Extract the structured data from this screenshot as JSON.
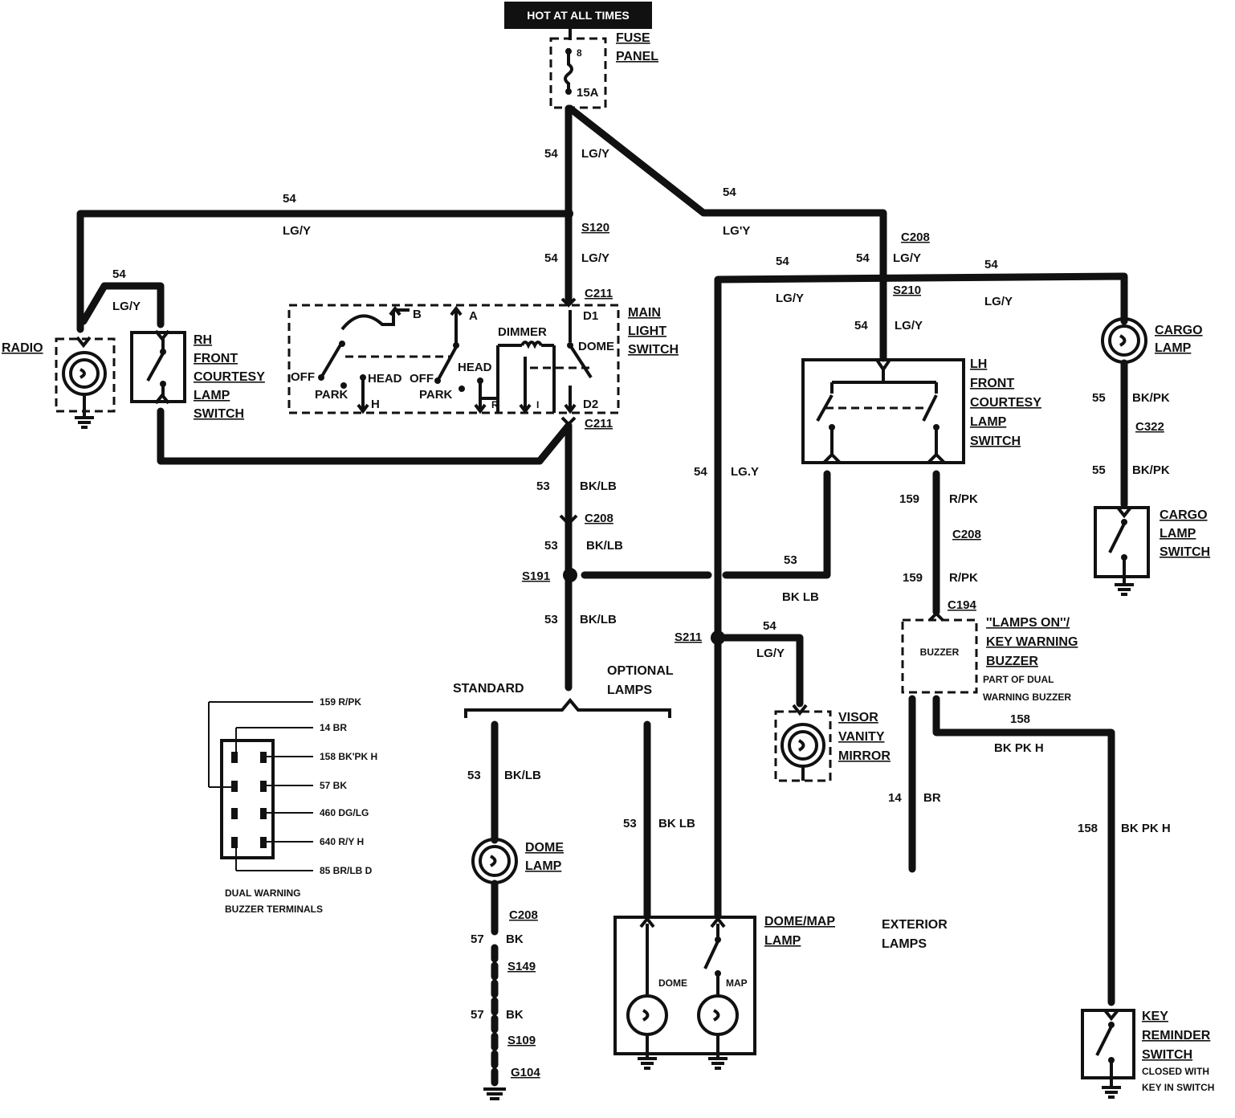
{
  "labels": {
    "hot_at_all_times": "HOT AT ALL TIMES",
    "fuse_panel_1": "FUSE",
    "fuse_panel_2": "PANEL",
    "fuse_pin": "8",
    "fuse_rating": "15A",
    "radio": "RADIO",
    "rh_switch": [
      "RH",
      "FRONT",
      "COURTESY",
      "LAMP",
      "SWITCH"
    ],
    "main_switch": [
      "MAIN",
      "LIGHT",
      "SWITCH"
    ],
    "lh_switch": [
      "LH",
      "FRONT",
      "COURTESY",
      "LAMP",
      "SWITCH"
    ],
    "cargo_lamp": [
      "CARGO",
      "LAMP"
    ],
    "cargo_lamp_switch": [
      "CARGO",
      "LAMP",
      "SWITCH"
    ],
    "buzzer": "BUZZER",
    "buzzer_desc": [
      "''LAMPS ON''/",
      "KEY WARNING",
      "BUZZER"
    ],
    "buzzer_note": [
      "PART OF DUAL",
      "WARNING BUZZER"
    ],
    "visor": [
      "VISOR",
      "VANITY",
      "MIRROR"
    ],
    "dome_lamp": [
      "DOME",
      "LAMP"
    ],
    "dome_map_lamp": [
      "DOME/MAP",
      "LAMP"
    ],
    "dome": "DOME",
    "map": "MAP",
    "standard": "STANDARD",
    "optional_lamps": [
      "OPTIONAL",
      "LAMPS"
    ],
    "exterior_lamps": [
      "EXTERIOR",
      "LAMPS"
    ],
    "key_reminder": [
      "KEY",
      "REMINDER",
      "SWITCH"
    ],
    "key_note": [
      "CLOSED WITH",
      "KEY IN SWITCH"
    ],
    "dual_warning": [
      "DUAL WARNING",
      "BUZZER TERMINALS"
    ],
    "switch_terms": {
      "off": "OFF",
      "park": "PARK",
      "head": "HEAD",
      "h": "H",
      "b": "B",
      "a": "A",
      "dimmer": "DIMMER",
      "dome": "DOME",
      "r": "R",
      "i": "I",
      "d1": "D1",
      "d2": "D2"
    }
  },
  "connectors": {
    "s120": "S120",
    "c211": "C211",
    "c208": "C208",
    "s210": "S210",
    "s191": "S191",
    "s211": "S211",
    "c322": "C322",
    "c194": "C194",
    "s149": "S149",
    "s109": "S109",
    "g104": "G104"
  },
  "wires": {
    "c54": "54",
    "lgy": "LG/Y",
    "lgy2": "LG'Y",
    "lgy3": "LG.Y",
    "c53": "53",
    "bklb": "BK/LB",
    "bklb2": "BK LB",
    "c159": "159",
    "c159b": "15̲9",
    "rpk": "R/PK",
    "c55": "55",
    "bkpk": "BK/PK",
    "c158": "158",
    "bkpkh": "BK PK H",
    "c14": "14",
    "br": "BR",
    "c57": "57",
    "bk": "BK"
  },
  "terminals": [
    "159 R/PK",
    "14 BR",
    "158 BK'PK H",
    "57 BK",
    "460 DG/LG",
    "640 R/Y H",
    "85 BR/LB D"
  ]
}
